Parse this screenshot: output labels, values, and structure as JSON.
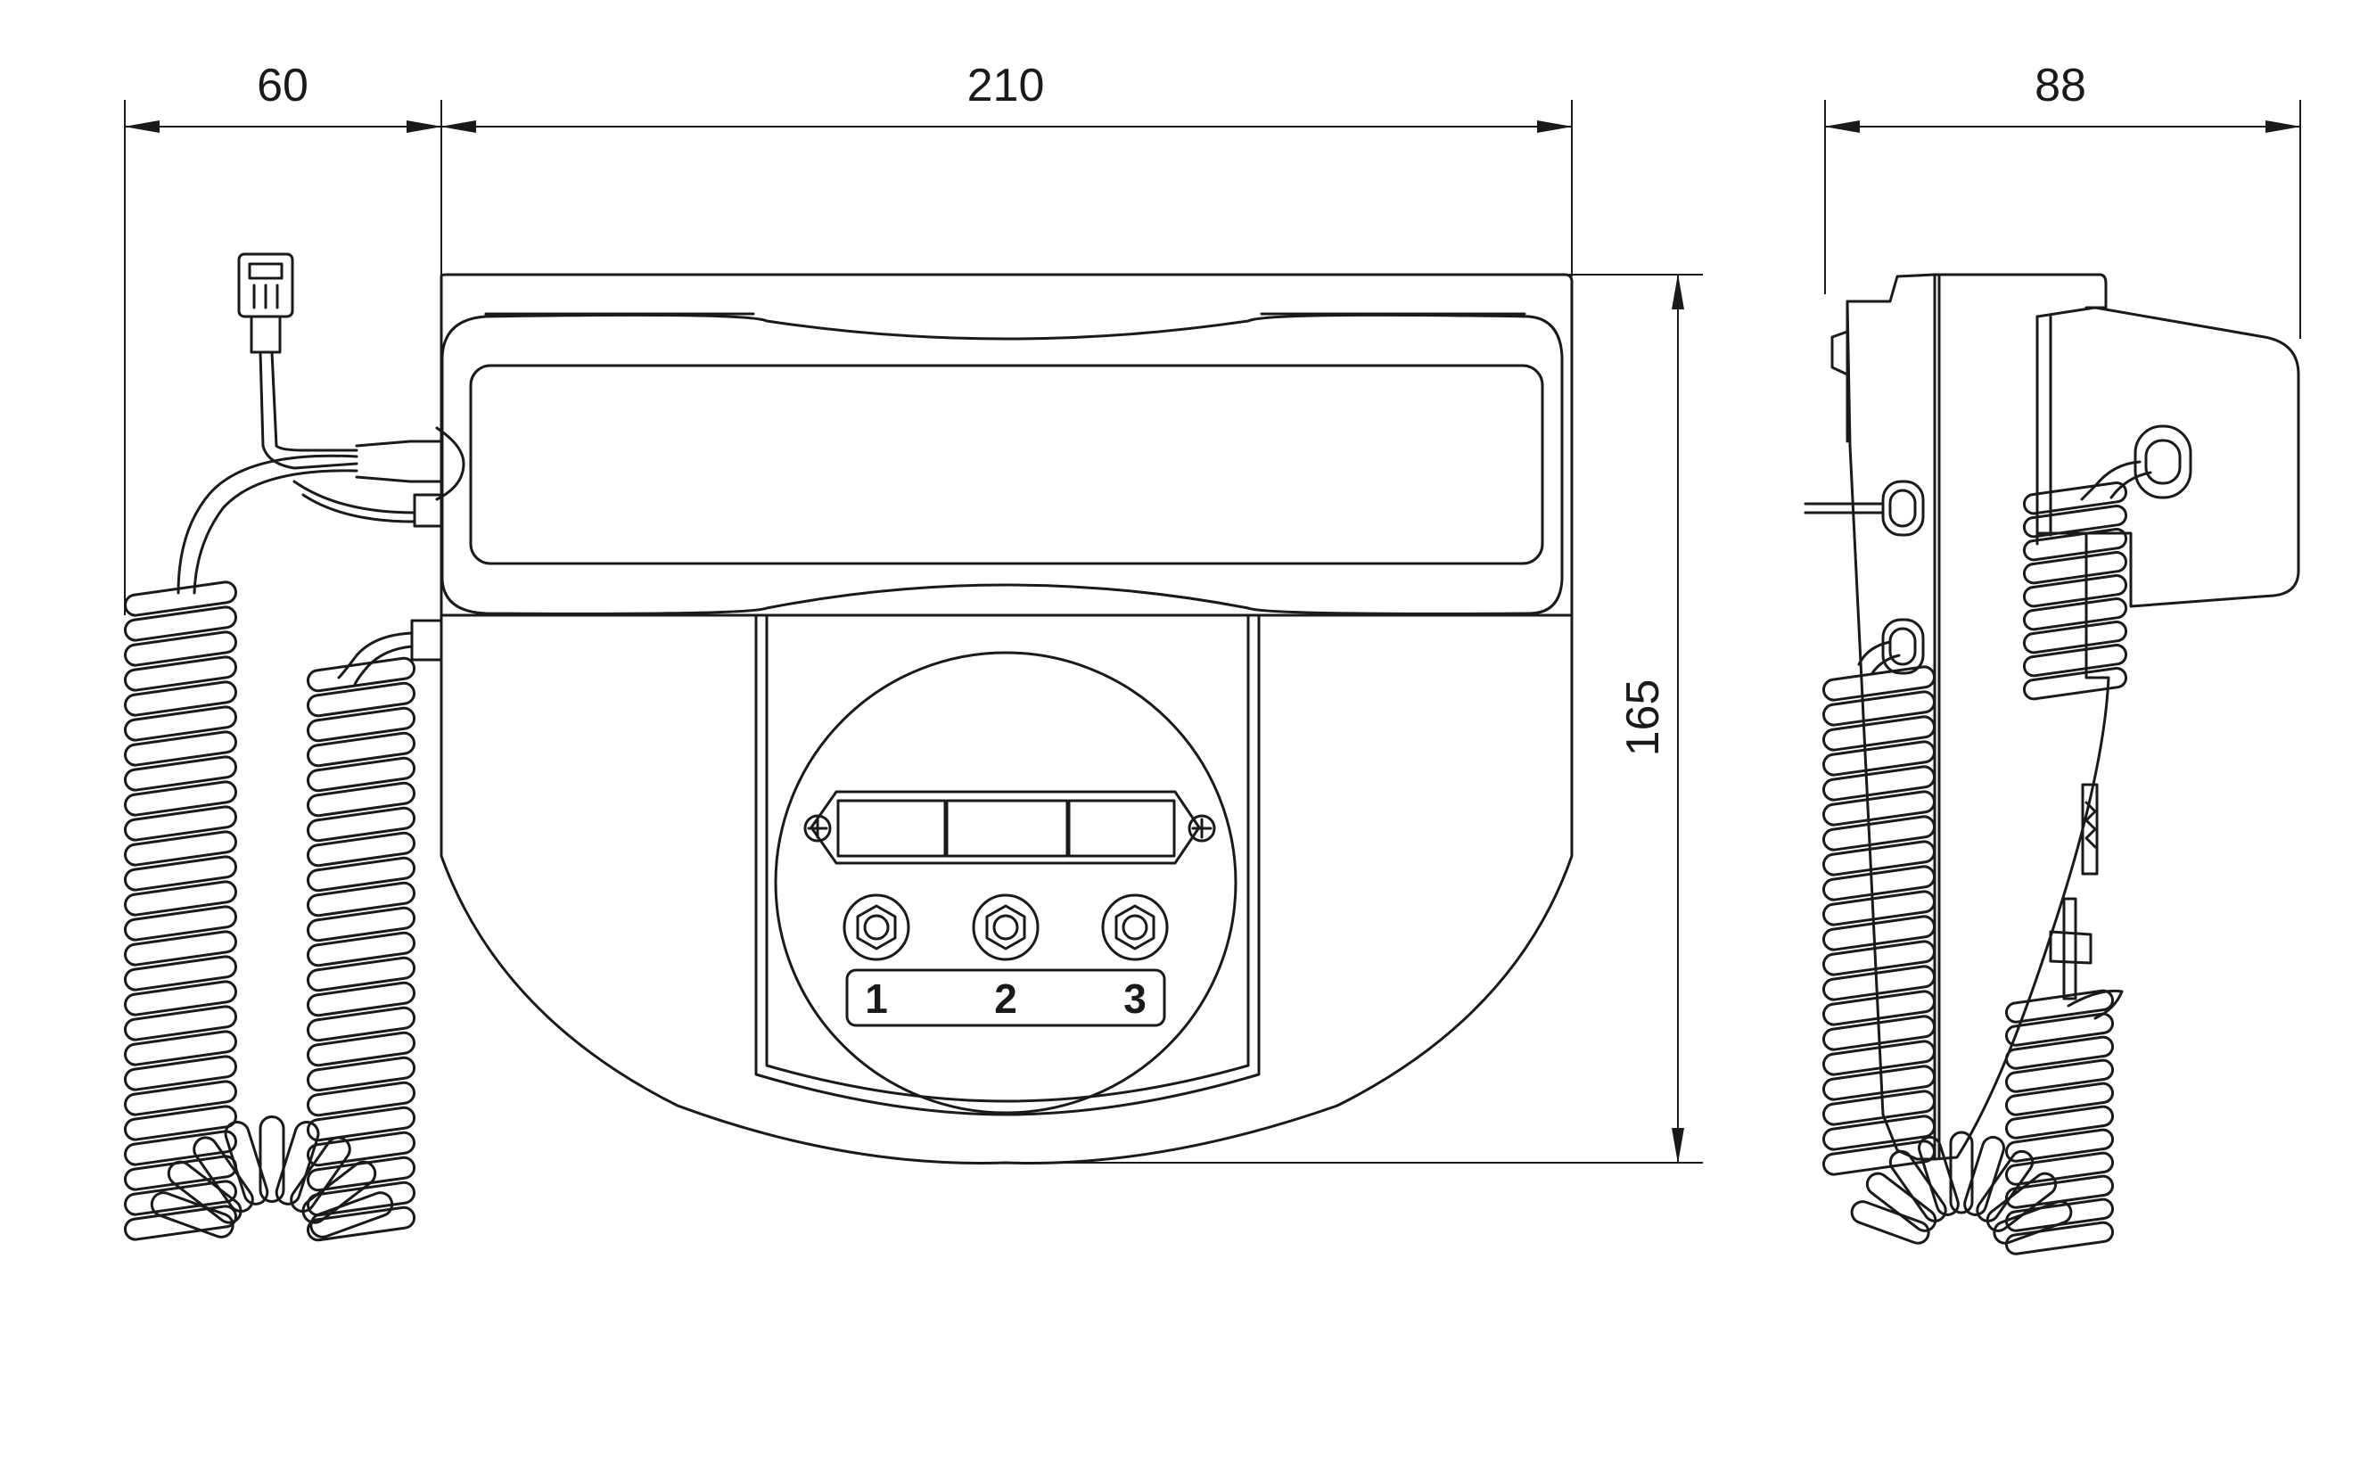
{
  "dimensions": {
    "cable_width": "60",
    "body_width": "210",
    "body_height": "165",
    "side_depth": "88"
  },
  "buttons": {
    "button_1": "1",
    "button_2": "2",
    "button_3": "3"
  },
  "colors": {
    "line": "#1a1a1a",
    "background": "#ffffff"
  }
}
